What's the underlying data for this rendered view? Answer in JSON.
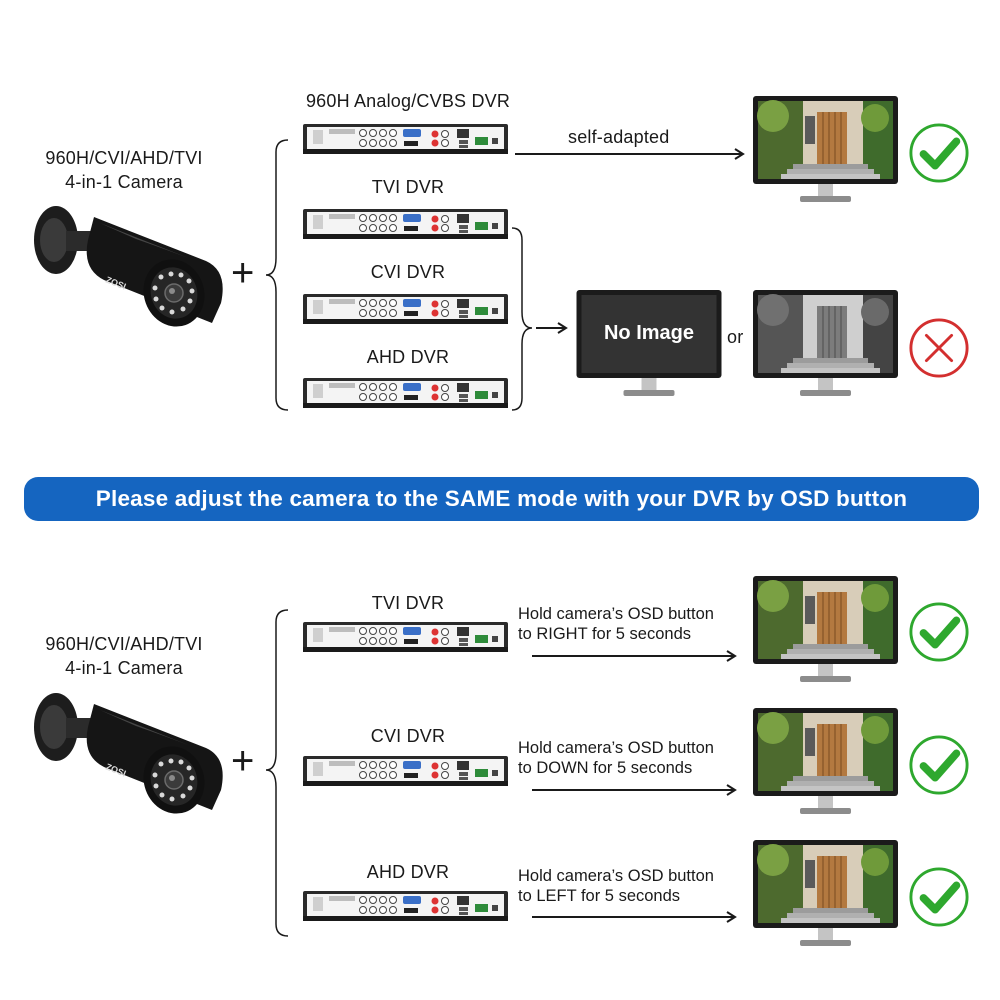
{
  "top": {
    "camera_label_1": "960H/CVI/AHD/TVI",
    "camera_label_2": "4-in-1 Camera",
    "plus": "+",
    "dvrs": [
      "960H Analog/CVBS DVR",
      "TVI DVR",
      "CVI DVR",
      "AHD DVR"
    ],
    "self_adapted": "self-adapted",
    "no_image": "No Image",
    "or": "or"
  },
  "banner": "Please adjust the camera to the SAME mode with your DVR by OSD button",
  "bottom": {
    "camera_label_1": "960H/CVI/AHD/TVI",
    "camera_label_2": "4-in-1 Camera",
    "plus": "+",
    "rows": [
      {
        "dvr": "TVI DVR",
        "line1": "Hold camera’s OSD button",
        "line2": "to RIGHT for 5 seconds"
      },
      {
        "dvr": "CVI DVR",
        "line1": "Hold camera’s OSD button",
        "line2": "to DOWN for 5 seconds"
      },
      {
        "dvr": "AHD DVR",
        "line1": "Hold camera’s OSD button",
        "line2": "to LEFT for 5 seconds"
      }
    ]
  },
  "brand": "ZOSI",
  "colors": {
    "banner": "#1565c0",
    "check": "#2ea82e",
    "cross": "#d32f2f"
  }
}
